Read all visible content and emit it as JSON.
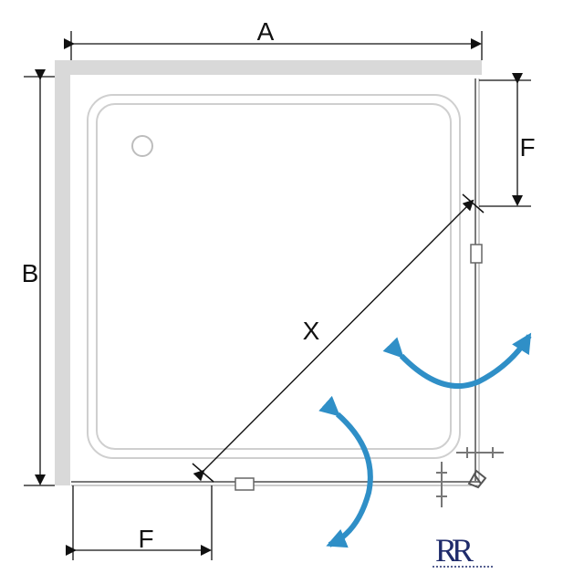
{
  "labels": {
    "width": "A",
    "depth": "B",
    "diagonal": "X",
    "offset_right": "F",
    "offset_bottom": "F"
  },
  "logo": {
    "text": "RR",
    "color": "#1f2b6b"
  },
  "colors": {
    "wall": "#d9d9d9",
    "glass_line": "#7a7a7a",
    "tray_outline": "#cfcfcf",
    "dimension_line": "#111111",
    "arrow": "#2f8fc7"
  }
}
